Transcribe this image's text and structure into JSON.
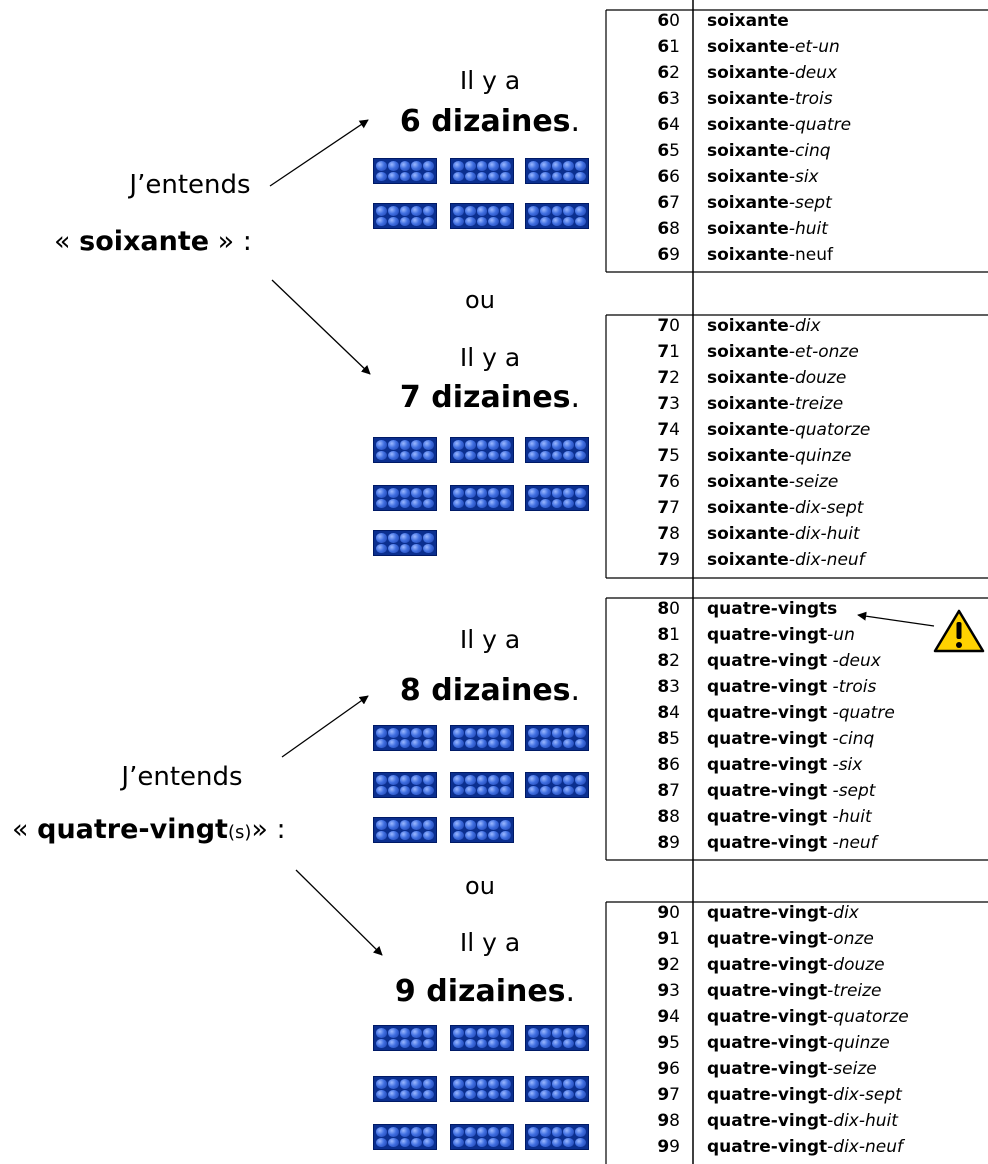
{
  "left_labels": {
    "j_entends_1": "J’entends",
    "soixante_quote_open": "«",
    "soixante_word": "soixante",
    "soixante_quote_close": "» :",
    "j_entends_2": "J’entends",
    "quatre_quote_open": "«",
    "quatre_word": "quatre-vingt",
    "quatre_suffix": "(s)",
    "quatre_quote_close": "» :"
  },
  "groups": [
    {
      "il_y_a": "Il y a",
      "dizaines": "6 dizaines",
      "dot": "."
    },
    {
      "il_y_a": "Il y a",
      "dizaines": "7 dizaines",
      "dot": "."
    },
    {
      "il_y_a": "Il y a",
      "dizaines": "8 dizaines",
      "dot": "."
    },
    {
      "il_y_a": "Il y a",
      "dizaines": "9 dizaines",
      "dot": "."
    }
  ],
  "ou_1": "ou",
  "ou_2": "ou",
  "warning_icon": "warning-triangle-icon",
  "colors": {
    "tenframe": "#0b2f8f",
    "warning": "#ffd200"
  },
  "table": [
    [
      {
        "d": "6",
        "u": "0",
        "w": [
          [
            "b",
            "soixante"
          ]
        ]
      },
      {
        "d": "6",
        "u": "1",
        "w": [
          [
            "b",
            "soixante"
          ],
          [
            "i",
            "-et-un"
          ]
        ]
      },
      {
        "d": "6",
        "u": "2",
        "w": [
          [
            "b",
            "soixante"
          ],
          [
            "i",
            "-deux"
          ]
        ]
      },
      {
        "d": "6",
        "u": "3",
        "w": [
          [
            "b",
            "soixante"
          ],
          [
            "i",
            "-trois"
          ]
        ]
      },
      {
        "d": "6",
        "u": "4",
        "w": [
          [
            "b",
            "soixante"
          ],
          [
            "i",
            "-quatre"
          ]
        ]
      },
      {
        "d": "6",
        "u": "5",
        "w": [
          [
            "b",
            "soixante"
          ],
          [
            "i",
            "-cinq"
          ]
        ]
      },
      {
        "d": "6",
        "u": "6",
        "w": [
          [
            "b",
            "soixante"
          ],
          [
            "i",
            "-six"
          ]
        ]
      },
      {
        "d": "6",
        "u": "7",
        "w": [
          [
            "b",
            "soixante"
          ],
          [
            "i",
            "-sept"
          ]
        ]
      },
      {
        "d": "6",
        "u": "8",
        "w": [
          [
            "b",
            "soixante"
          ],
          [
            "i",
            "-huit"
          ]
        ]
      },
      {
        "d": "6",
        "u": "9",
        "w": [
          [
            "b",
            "soixante"
          ],
          [
            "n",
            "-neuf"
          ]
        ]
      }
    ],
    [
      {
        "d": "7",
        "u": "0",
        "w": [
          [
            "b",
            "soixante"
          ],
          [
            "i",
            "-dix"
          ]
        ]
      },
      {
        "d": "7",
        "u": "1",
        "w": [
          [
            "b",
            "soixante"
          ],
          [
            "i",
            "-et-onze"
          ]
        ]
      },
      {
        "d": "7",
        "u": "2",
        "w": [
          [
            "b",
            "soixante"
          ],
          [
            "i",
            "-douze"
          ]
        ]
      },
      {
        "d": "7",
        "u": "3",
        "w": [
          [
            "b",
            "soixante"
          ],
          [
            "i",
            "-treize"
          ]
        ]
      },
      {
        "d": "7",
        "u": "4",
        "w": [
          [
            "b",
            "soixante"
          ],
          [
            "i",
            "-quatorze"
          ]
        ]
      },
      {
        "d": "7",
        "u": "5",
        "w": [
          [
            "b",
            "soixante"
          ],
          [
            "i",
            "-quinze"
          ]
        ]
      },
      {
        "d": "7",
        "u": "6",
        "w": [
          [
            "b",
            "soixante"
          ],
          [
            "i",
            "-seize"
          ]
        ]
      },
      {
        "d": "7",
        "u": "7",
        "w": [
          [
            "b",
            "soixante"
          ],
          [
            "i",
            "-dix-sept"
          ]
        ]
      },
      {
        "d": "7",
        "u": "8",
        "w": [
          [
            "b",
            "soixante"
          ],
          [
            "i",
            "-dix-huit"
          ]
        ]
      },
      {
        "d": "7",
        "u": "9",
        "w": [
          [
            "b",
            "soixante"
          ],
          [
            "i",
            "-dix-neuf"
          ]
        ]
      }
    ],
    [
      {
        "d": "8",
        "u": "0",
        "w": [
          [
            "b",
            "quatre-vingts"
          ]
        ]
      },
      {
        "d": "8",
        "u": "1",
        "w": [
          [
            "b",
            "quatre-vingt"
          ],
          [
            "i",
            "-un"
          ]
        ]
      },
      {
        "d": "8",
        "u": "2",
        "w": [
          [
            "b",
            "quatre-vingt"
          ],
          [
            "i",
            " -deux"
          ]
        ]
      },
      {
        "d": "8",
        "u": "3",
        "w": [
          [
            "b",
            "quatre-vingt"
          ],
          [
            "i",
            " -trois"
          ]
        ]
      },
      {
        "d": "8",
        "u": "4",
        "w": [
          [
            "b",
            "quatre-vingt"
          ],
          [
            "i",
            " -quatre"
          ]
        ]
      },
      {
        "d": "8",
        "u": "5",
        "w": [
          [
            "b",
            "quatre-vingt"
          ],
          [
            "i",
            " -cinq"
          ]
        ]
      },
      {
        "d": "8",
        "u": "6",
        "w": [
          [
            "b",
            "quatre-vingt"
          ],
          [
            "i",
            " -six"
          ]
        ]
      },
      {
        "d": "8",
        "u": "7",
        "w": [
          [
            "b",
            "quatre-vingt"
          ],
          [
            "i",
            " -sept"
          ]
        ]
      },
      {
        "d": "8",
        "u": "8",
        "w": [
          [
            "b",
            "quatre-vingt"
          ],
          [
            "i",
            " -huit"
          ]
        ]
      },
      {
        "d": "8",
        "u": "9",
        "w": [
          [
            "b",
            "quatre-vingt"
          ],
          [
            "i",
            " -neuf"
          ]
        ]
      }
    ],
    [
      {
        "d": "9",
        "u": "0",
        "w": [
          [
            "b",
            "quatre-vingt"
          ],
          [
            "i",
            "-dix"
          ]
        ]
      },
      {
        "d": "9",
        "u": "1",
        "w": [
          [
            "b",
            "quatre-vingt"
          ],
          [
            "i",
            "-onze"
          ]
        ]
      },
      {
        "d": "9",
        "u": "2",
        "w": [
          [
            "b",
            "quatre-vingt"
          ],
          [
            "i",
            "-douze"
          ]
        ]
      },
      {
        "d": "9",
        "u": "3",
        "w": [
          [
            "b",
            "quatre-vingt"
          ],
          [
            "i",
            "-treize"
          ]
        ]
      },
      {
        "d": "9",
        "u": "4",
        "w": [
          [
            "b",
            "quatre-vingt"
          ],
          [
            "i",
            "-quatorze"
          ]
        ]
      },
      {
        "d": "9",
        "u": "5",
        "w": [
          [
            "b",
            "quatre-vingt"
          ],
          [
            "i",
            "-quinze"
          ]
        ]
      },
      {
        "d": "9",
        "u": "6",
        "w": [
          [
            "b",
            "quatre-vingt"
          ],
          [
            "i",
            "-seize"
          ]
        ]
      },
      {
        "d": "9",
        "u": "7",
        "w": [
          [
            "b",
            "quatre-vingt"
          ],
          [
            "i",
            "-dix-sept"
          ]
        ]
      },
      {
        "d": "9",
        "u": "8",
        "w": [
          [
            "b",
            "quatre-vingt"
          ],
          [
            "i",
            "-dix-huit"
          ]
        ]
      },
      {
        "d": "9",
        "u": "9",
        "w": [
          [
            "b",
            "quatre-vingt"
          ],
          [
            "i",
            "-dix-neuf"
          ]
        ]
      }
    ]
  ]
}
